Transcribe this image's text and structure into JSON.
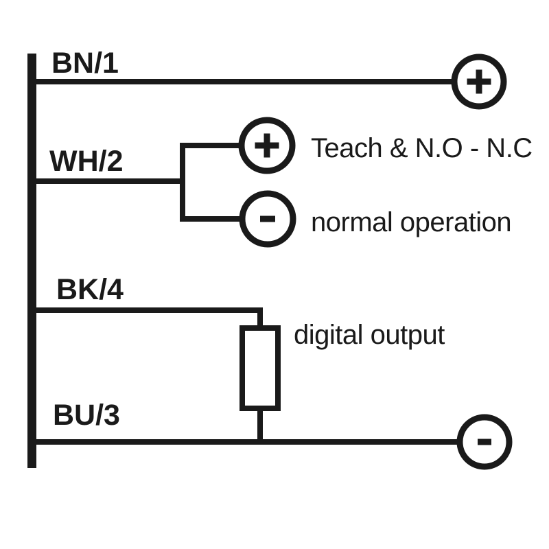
{
  "diagram": {
    "type": "sensor-wiring-diagram",
    "background_color": "#ffffff",
    "line_color": "#1a1a1a",
    "wires": [
      {
        "label": "BN/1",
        "terminal": "plus-terminal",
        "symbol": "+"
      },
      {
        "label": "WH/2",
        "branches": [
          {
            "terminal": "plus-terminal",
            "symbol": "+",
            "annotation": "Teach & N.O - N.C"
          },
          {
            "terminal": "minus-terminal",
            "symbol": "-",
            "annotation": "normal operation"
          }
        ]
      },
      {
        "label": "BK/4",
        "component": "load-resistor",
        "annotation": "digital output"
      },
      {
        "label": "BU/3",
        "terminal": "minus-terminal",
        "symbol": "-"
      }
    ]
  }
}
